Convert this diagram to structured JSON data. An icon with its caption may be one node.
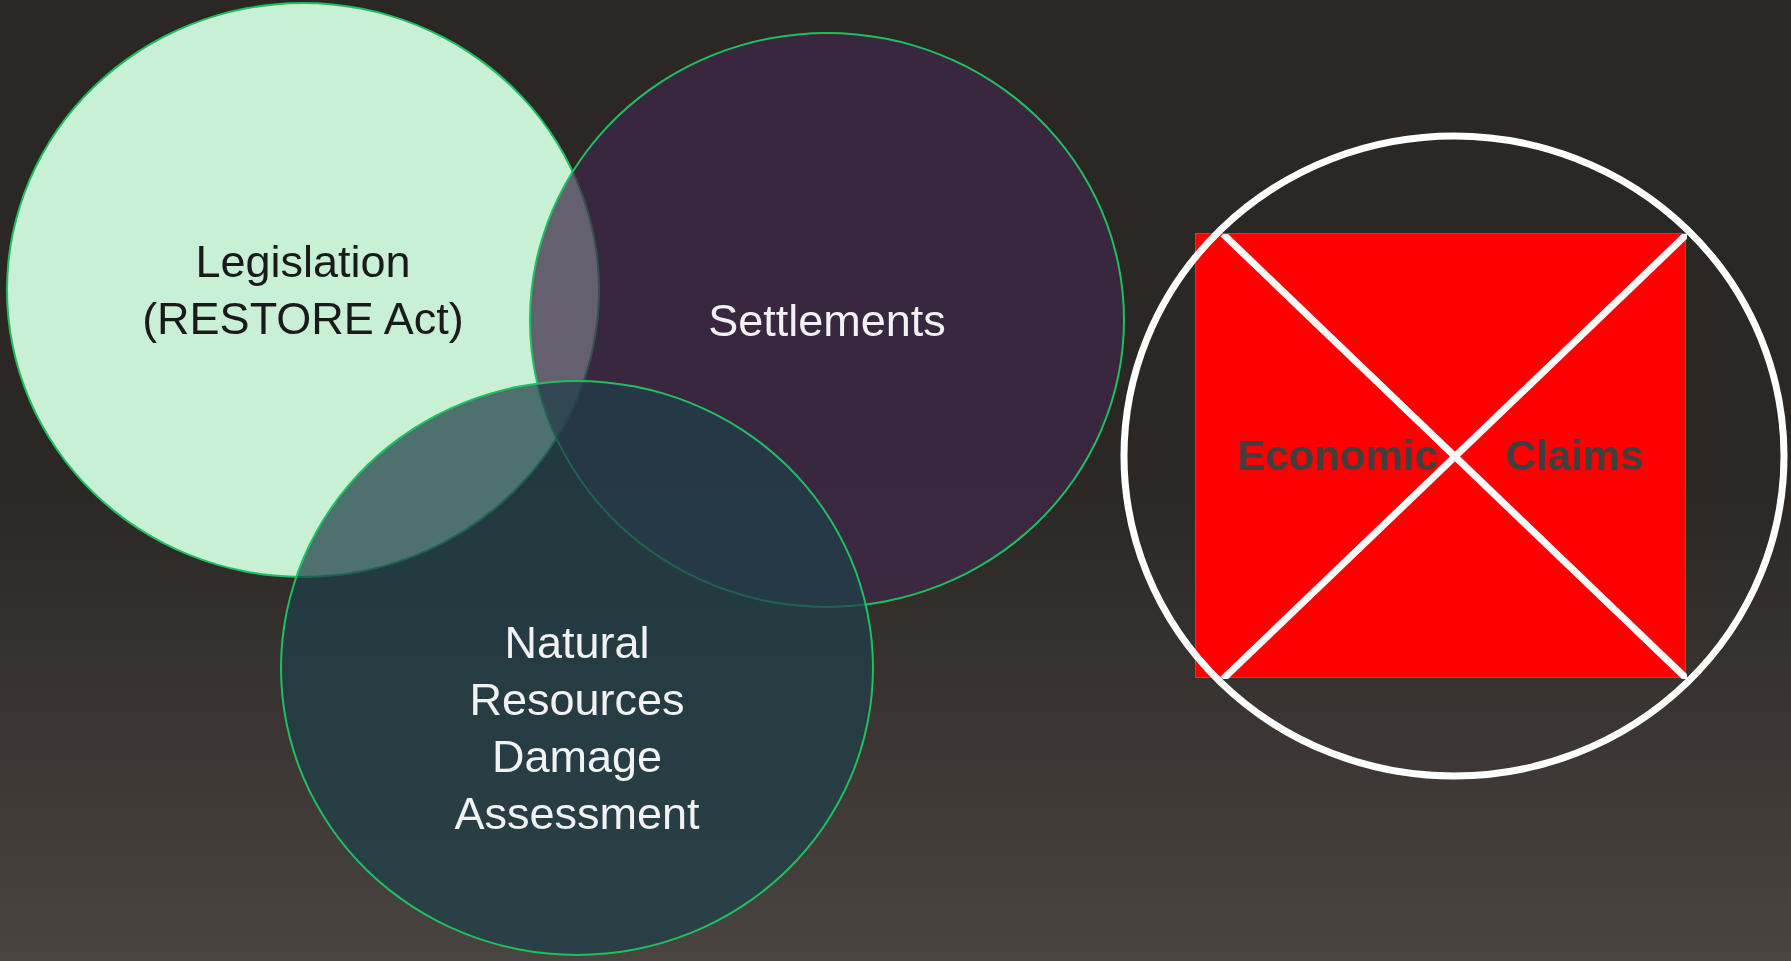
{
  "diagram": {
    "nodes": [
      {
        "text": [
          "Legislation (RESTORE Act)"
        ]
      },
      {
        "text": [
          "Settlements"
        ]
      },
      {
        "text": [
          "Natural Resources Damage Assessment"
        ]
      },
      {
        "text": [
          "Economic Claims"
        ]
      }
    ]
  }
}
